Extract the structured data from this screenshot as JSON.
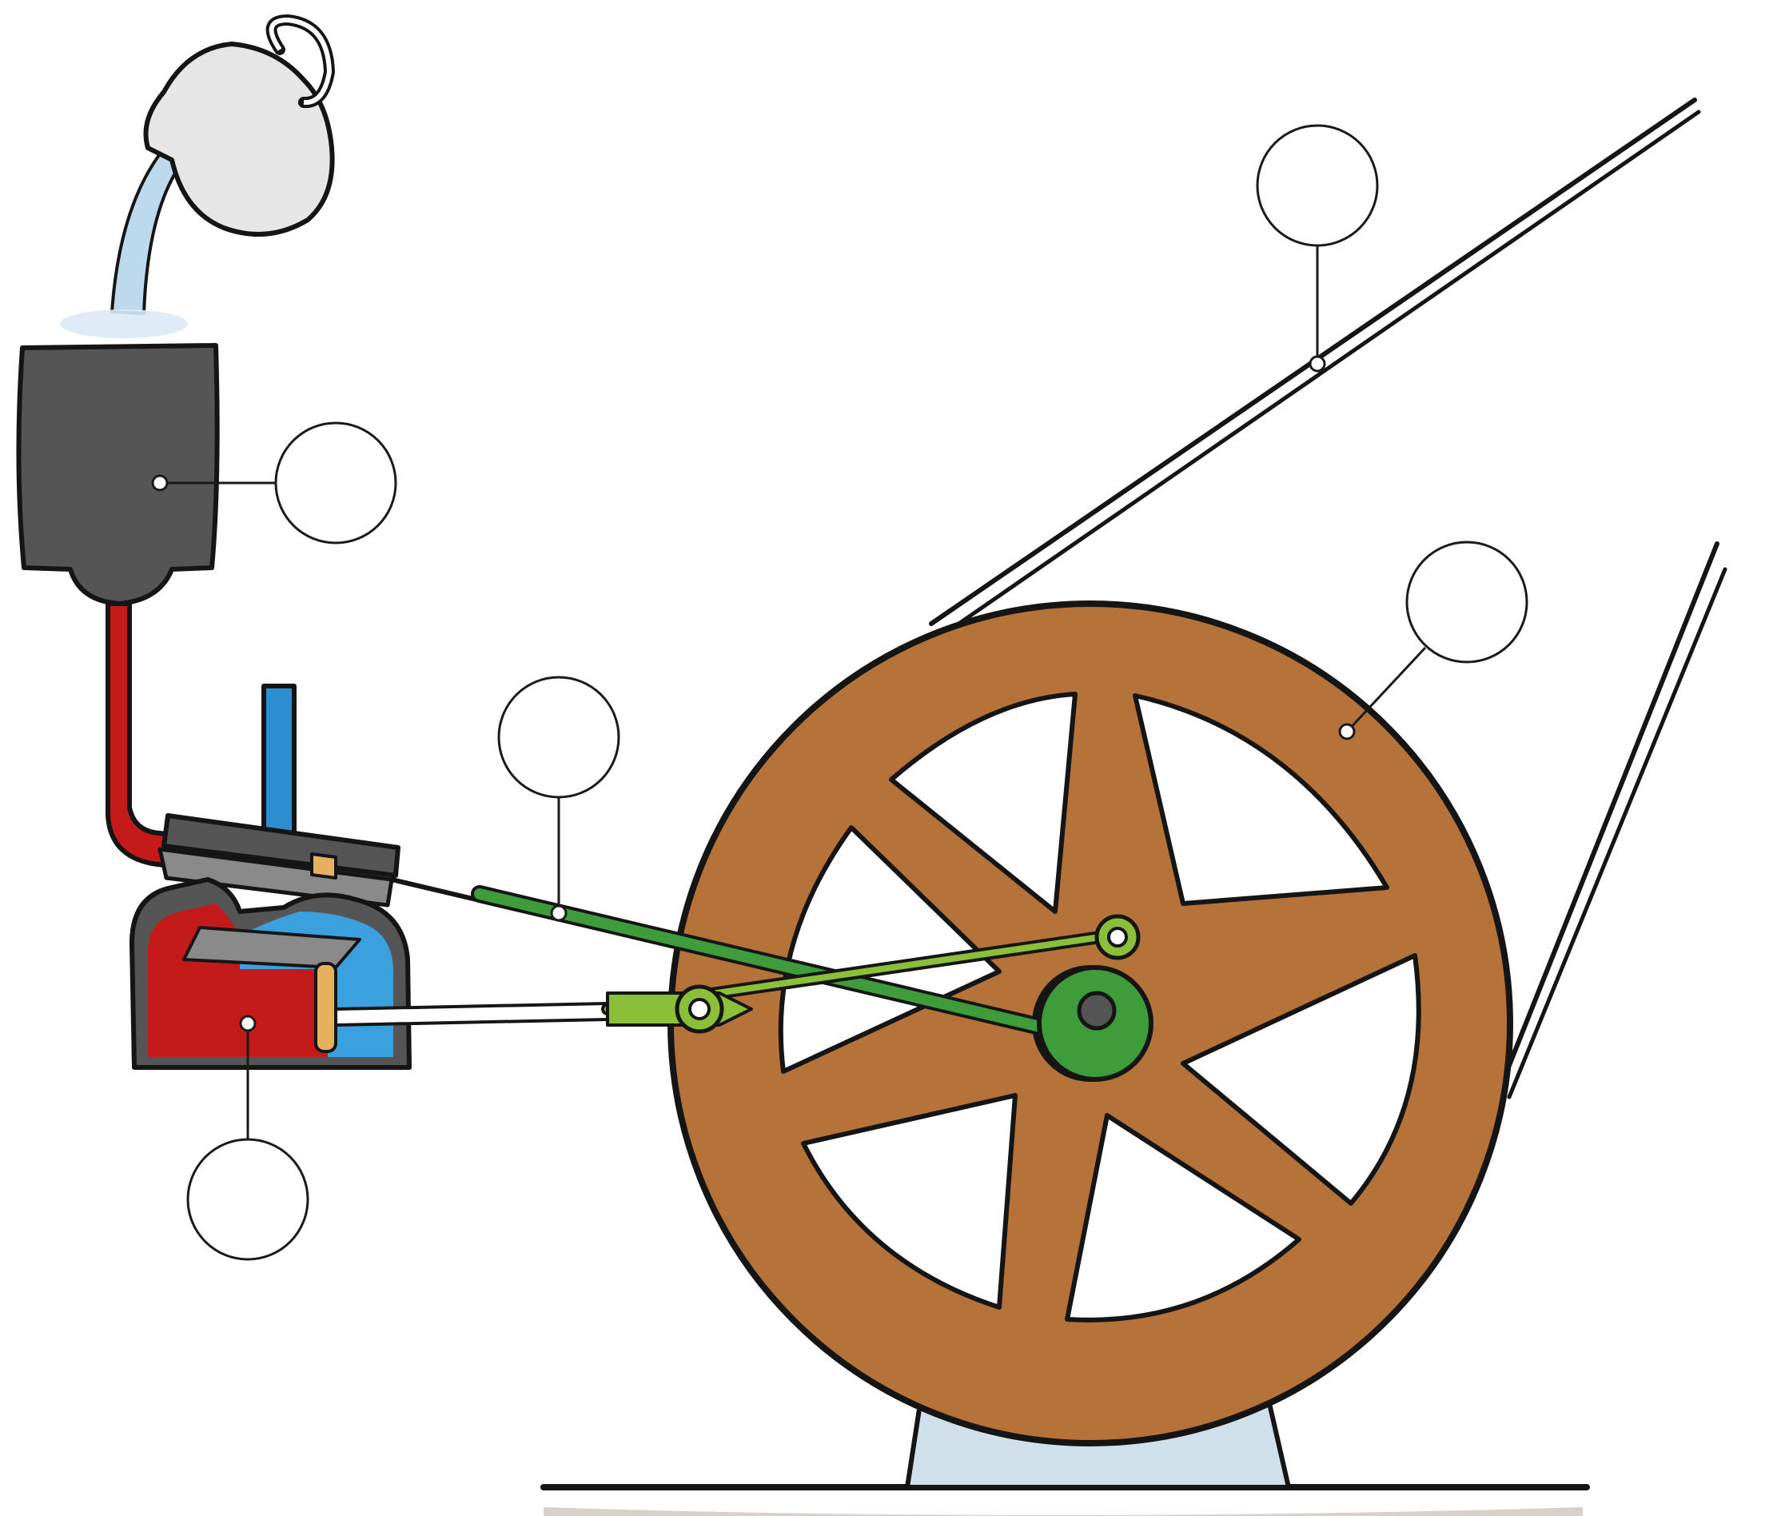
{
  "diagram": {
    "kind": "unlabeled engine mechanism illustration",
    "colors": {
      "background": "#ffffff",
      "outline": "#151515",
      "jug": "#e6e6e6",
      "water": "#bcd9ee",
      "boiler": "#555555",
      "hot_pipe": "#c41a1a",
      "cold_pipe": "#2d8fd0",
      "cylinder_hot": "#c41a1a",
      "cylinder_cold": "#3aa0de",
      "flywheel": "#b5733a",
      "connecting_rods": "#3f9c3a",
      "eccentric_rod": "#8bbf3a",
      "stand": "#cfe0ea",
      "piston": "#e6b05c",
      "ground": "#1a1a1a"
    },
    "icons": [
      "jug-icon",
      "boiler-icon",
      "hot-pipe-icon",
      "cold-pipe-icon",
      "cylinder-icon",
      "piston-icon",
      "connecting-rod-icon",
      "piston-rod-icon",
      "flywheel-icon",
      "stand-icon",
      "belt-icon",
      "ground-icon"
    ],
    "callouts": [
      {
        "id": "boiler",
        "label": ""
      },
      {
        "id": "belt",
        "label": ""
      },
      {
        "id": "flywheel",
        "label": ""
      },
      {
        "id": "connecting-rod",
        "label": ""
      },
      {
        "id": "cylinder",
        "label": ""
      }
    ]
  }
}
